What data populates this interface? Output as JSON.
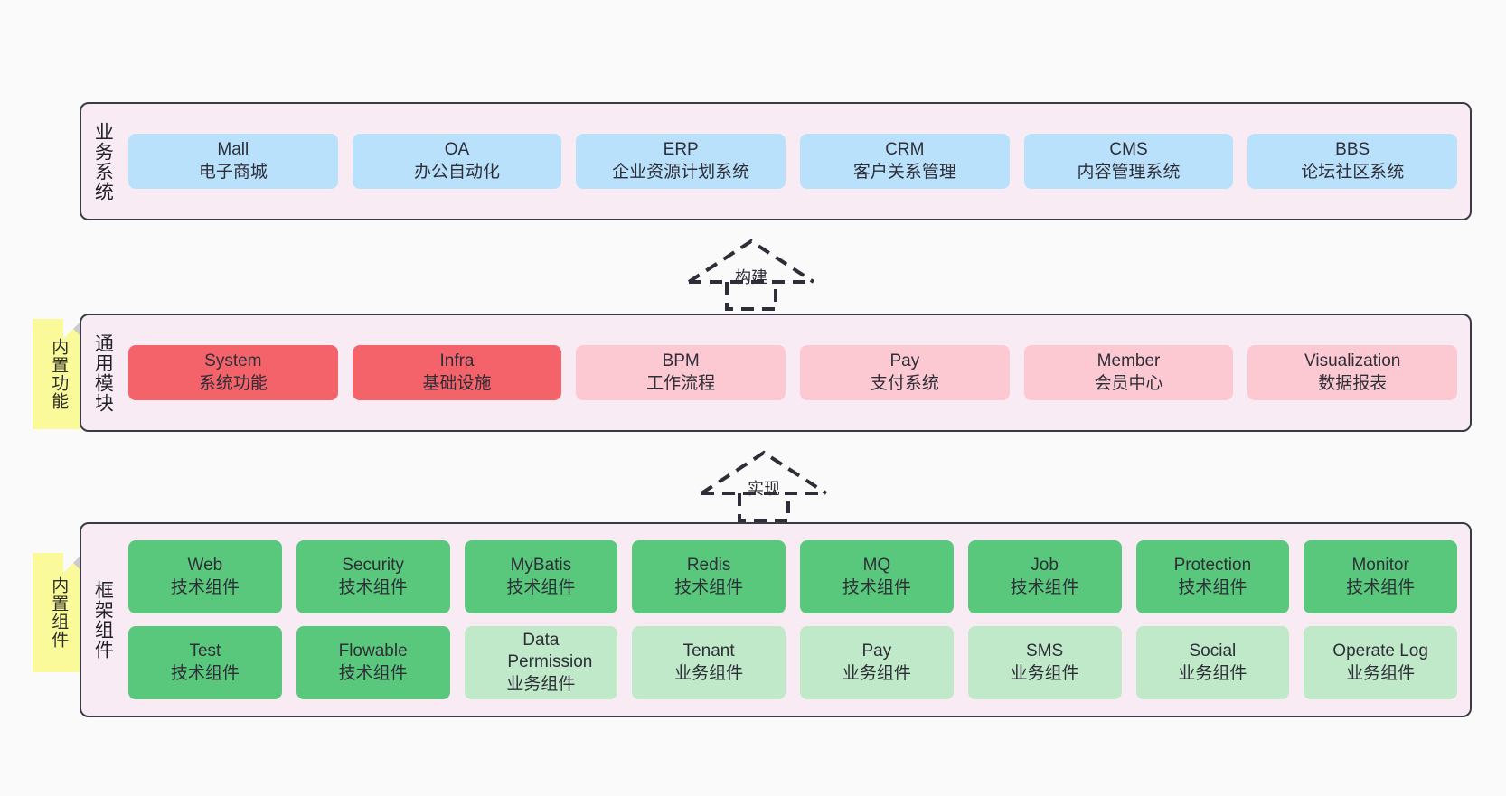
{
  "diagram": {
    "background": "#fafafa",
    "panel_bg": "#f9ebf4",
    "panel_border": "#3b3b46",
    "note_bg": "#fafa9b",
    "colors": {
      "business": "#b9e1fb",
      "module_core": "#f4636a",
      "module_plain": "#fcc8d2",
      "tech_component": "#5ac87c",
      "biz_component": "#bfe9c8"
    }
  },
  "layers": {
    "business": {
      "title": "业务系统",
      "rows": [
        [
          {
            "en": "Mall",
            "cn": "电子商城",
            "color": "blue"
          },
          {
            "en": "OA",
            "cn": "办公自动化",
            "color": "blue"
          },
          {
            "en": "ERP",
            "cn": "企业资源计划系统",
            "color": "blue"
          },
          {
            "en": "CRM",
            "cn": "客户关系管理",
            "color": "blue"
          },
          {
            "en": "CMS",
            "cn": "内容管理系统",
            "color": "blue"
          },
          {
            "en": "BBS",
            "cn": "论坛社区系统",
            "color": "blue"
          }
        ]
      ]
    },
    "modules": {
      "title": "通用模块",
      "note": "内置功能",
      "rows": [
        [
          {
            "en": "System",
            "cn": "系统功能",
            "color": "red"
          },
          {
            "en": "Infra",
            "cn": "基础设施",
            "color": "red"
          },
          {
            "en": "BPM",
            "cn": "工作流程",
            "color": "pink"
          },
          {
            "en": "Pay",
            "cn": "支付系统",
            "color": "pink"
          },
          {
            "en": "Member",
            "cn": "会员中心",
            "color": "pink"
          },
          {
            "en": "Visualization",
            "cn": "数据报表",
            "color": "pink"
          }
        ]
      ]
    },
    "framework": {
      "title": "框架组件",
      "note": "内置组件",
      "rows": [
        [
          {
            "en": "Web",
            "cn": "技术组件",
            "color": "green"
          },
          {
            "en": "Security",
            "cn": "技术组件",
            "color": "green"
          },
          {
            "en": "MyBatis",
            "cn": "技术组件",
            "color": "green"
          },
          {
            "en": "Redis",
            "cn": "技术组件",
            "color": "green"
          },
          {
            "en": "MQ",
            "cn": "技术组件",
            "color": "green"
          },
          {
            "en": "Job",
            "cn": "技术组件",
            "color": "green"
          },
          {
            "en": "Protection",
            "cn": "技术组件",
            "color": "green"
          },
          {
            "en": "Monitor",
            "cn": "技术组件",
            "color": "green"
          }
        ],
        [
          {
            "en": "Test",
            "cn": "技术组件",
            "color": "green"
          },
          {
            "en": "Flowable",
            "cn": "技术组件",
            "color": "green"
          },
          {
            "en": "Data Permission",
            "cn": "业务组件",
            "color": "greenlight"
          },
          {
            "en": "Tenant",
            "cn": "业务组件",
            "color": "greenlight"
          },
          {
            "en": "Pay",
            "cn": "业务组件",
            "color": "greenlight"
          },
          {
            "en": "SMS",
            "cn": "业务组件",
            "color": "greenlight"
          },
          {
            "en": "Social",
            "cn": "业务组件",
            "color": "greenlight"
          },
          {
            "en": "Operate Log",
            "cn": "业务组件",
            "color": "greenlight"
          }
        ]
      ]
    }
  },
  "connectors": [
    {
      "label": "构建"
    },
    {
      "label": "实现"
    }
  ]
}
